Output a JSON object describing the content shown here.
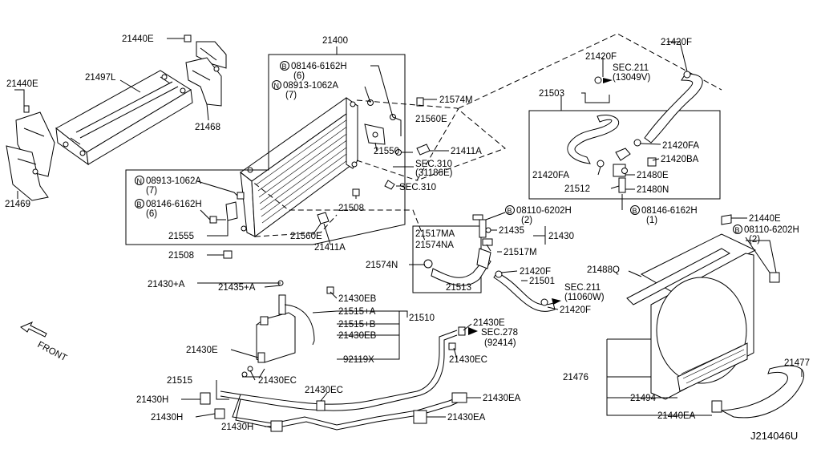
{
  "diagram_id": "J214046U",
  "front_label": "FRONT",
  "parts": {
    "p21440E_a": "21440E",
    "p21440E_b": "21440E",
    "p21440E_c": "21440E",
    "p21497L": "21497L",
    "p21468": "21468",
    "p21469": "21469",
    "p21400": "21400",
    "bolt_08146_6162H_a": "08146-6162H",
    "bolt_08146_6162H_a_qty": "(6)",
    "nut_08913_1062A_a": "08913-1062A",
    "nut_08913_1062A_a_qty": "(7)",
    "nut_08913_1062A_b": "08913-1062A",
    "nut_08913_1062A_b_qty": "(7)",
    "bolt_08146_6162H_b": "08146-6162H",
    "bolt_08146_6162H_b_qty": "(6)",
    "p21574M": "21574M",
    "p21560E_a": "21560E",
    "p21550": "21550",
    "p21411A_a": "21411A",
    "sec310_a": "SEC.310",
    "sec310_a_sub": "(31186E)",
    "sec310_b": "SEC.310",
    "p21508_a": "21508",
    "p21508_b": "21508",
    "p21555": "21555",
    "p21560E_b": "21560E",
    "p21411A_b": "21411A",
    "p21420F_top": "21420F",
    "p21420F_a": "21420F",
    "sec211_a": "SEC.211",
    "sec211_a_sub": "(13049V)",
    "p21503": "21503",
    "p21420FA_a": "21420FA",
    "p21420BA": "21420BA",
    "p21420FA_b": "21420FA",
    "p21480E": "21480E",
    "p21512": "21512",
    "p21480N": "21480N",
    "bolt_08146_6162H_c": "08146-6162H",
    "bolt_08146_6162H_c_qty": "(1)",
    "bolt_08110_6202H_a": "08110-6202H",
    "bolt_08110_6202H_a_qty": "(2)",
    "p21517MA": "21517MA",
    "p21435": "21435",
    "p21430": "21430",
    "p21574NA": "21574NA",
    "p21517M": "21517M",
    "p21574N": "21574N",
    "p21420F_b": "21420F",
    "p21513": "21513",
    "p21501": "21501",
    "sec211_b": "SEC.211",
    "sec211_b_sub": "(11060W)",
    "p21420F_c": "21420F",
    "bolt_08110_6202H_b": "08110-6202H",
    "bolt_08110_6202H_b_qty": "(2)",
    "p21488Q": "21488Q",
    "p21430A": "21430+A",
    "p21435A": "21435+A",
    "p21430EB_a": "21430EB",
    "p21515A": "21515+A",
    "p21510": "21510",
    "p21515B": "21515+B",
    "p21430EB_b": "21430EB",
    "p21430E_a": "21430E",
    "p21430E_b": "21430E",
    "sec278": "SEC.278",
    "sec278_sub": "(92414)",
    "p92119X": "92119X",
    "p21430EC_a": "21430EC",
    "p21515": "21515",
    "p21430EC_b": "21430EC",
    "p21430H_a": "21430H",
    "p21430EC_c": "21430EC",
    "p21430EA_a": "21430EA",
    "p21430H_b": "21430H",
    "p21430EA_b": "21430EA",
    "p21430H_c": "21430H",
    "p21476": "21476",
    "p21494": "21494",
    "p21440EA": "21440EA",
    "p21477": "21477"
  },
  "circle_symbols": {
    "b": "B",
    "n": "N"
  }
}
